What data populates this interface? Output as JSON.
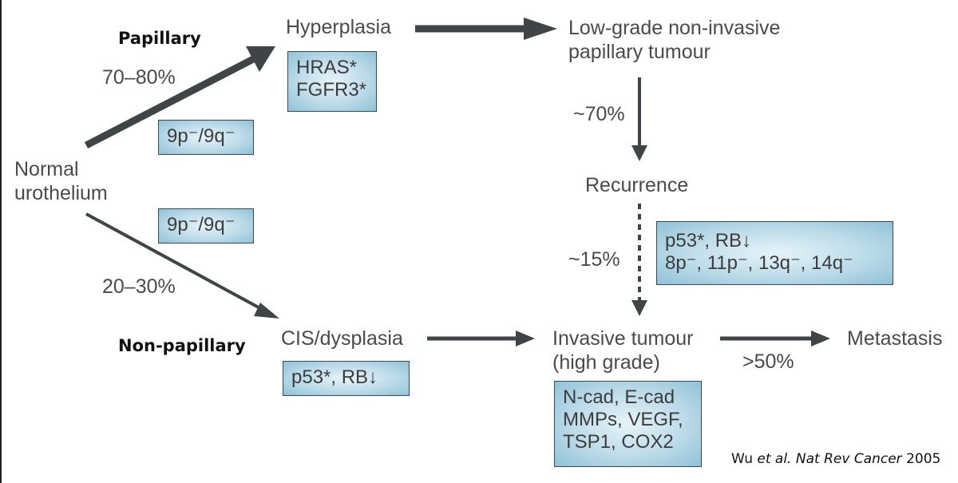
{
  "labels": {
    "papillary": "Papillary",
    "non_papillary": "Non-papillary",
    "normal_line1": "Normal",
    "normal_line2": "urothelium",
    "hyperplasia": "Hyperplasia",
    "lowgrade_line1": "Low-grade non-invasive",
    "lowgrade_line2": "papillary tumour",
    "recurrence": "Recurrence",
    "cis": "CIS/dysplasia",
    "invasive_line1": "Invasive tumour",
    "invasive_line2": "(high grade)",
    "metastasis": "Metastasis"
  },
  "percentages": {
    "papillary": "70–80%",
    "non_papillary": "20–30%",
    "recurrence": "~70%",
    "progression": "~15%",
    "metastasis": ">50%"
  },
  "boxes": {
    "hyperplasia": [
      "HRAS*",
      "FGFR3*"
    ],
    "papillary_9p9q": [
      "9p⁻/9q⁻"
    ],
    "nonpapillary_9p9q": [
      "9p⁻/9q⁻"
    ],
    "progression": [
      "p53*, RB↓",
      "8p⁻, 11p⁻, 13q⁻, 14q⁻"
    ],
    "cis": [
      "p53*, RB↓"
    ],
    "invasive": [
      "N-cad, E-cad",
      "MMPs, VEGF,",
      "TSP1, COX2"
    ]
  },
  "citation": {
    "authors": "Wu",
    "etal": "et al.",
    "journal": "Nat Rev Cancer",
    "year": "2005"
  },
  "colors": {
    "arrow": "#3f4447",
    "box_fill_center": "#e6f3f9",
    "box_fill_edge": "#8fc2d8",
    "box_border": "#3a4a55"
  }
}
